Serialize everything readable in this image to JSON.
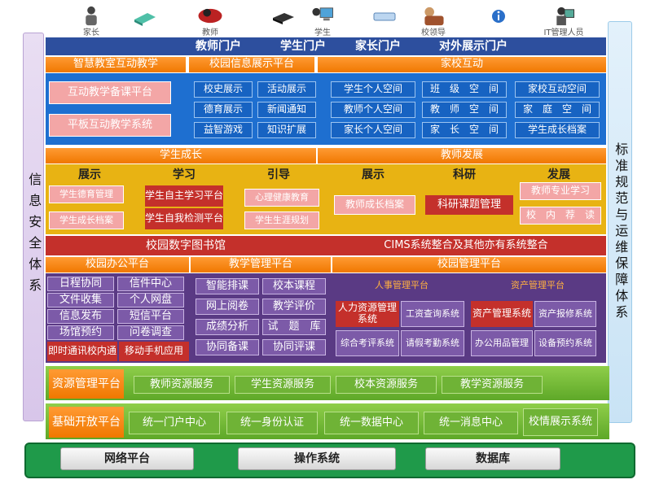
{
  "roles": [
    {
      "label": "家长",
      "icon": "parent-icon"
    },
    {
      "label": "",
      "icon": "book-icon"
    },
    {
      "label": "教师",
      "icon": "teacher-icon"
    },
    {
      "label": "",
      "icon": "disk-icon"
    },
    {
      "label": "学生",
      "icon": "student-icon"
    },
    {
      "label": "",
      "icon": "keyboard-icon"
    },
    {
      "label": "校领导",
      "icon": "leader-icon"
    },
    {
      "label": "",
      "icon": "info-icon"
    },
    {
      "label": "IT管理人员",
      "icon": "it-admin-icon"
    }
  ],
  "portals": [
    "教师门户",
    "学生门户",
    "家长门户",
    "对外展示门户"
  ],
  "side": {
    "left": "信息安全体系",
    "right": "标准规范与运维保障体系"
  },
  "row1": {
    "smart": {
      "title": "智慧教室互动教学",
      "items": [
        "互动教学备课平台",
        "平板互动教学系统"
      ]
    },
    "campus": {
      "title": "校园信息展示平台",
      "items": [
        "校史展示",
        "活动展示",
        "德育展示",
        "新闻通知",
        "益智游戏",
        "知识扩展"
      ]
    },
    "home": {
      "title": "家校互动",
      "col1": [
        "学生个人空间",
        "教师个人空间",
        "家长个人空间"
      ],
      "col2": [
        "班　级　空　间",
        "教　师　空　间",
        "家　长　空　间"
      ],
      "col3": [
        "家校互动空间",
        "家　庭　空　间",
        "学生成长档案"
      ]
    }
  },
  "growth": {
    "title": "学生成长",
    "cols": [
      {
        "title": "展示",
        "items": [
          "学生德育管理",
          "学生成长档案"
        ]
      },
      {
        "title": "学习",
        "items": [
          "学生自主学习平台",
          "学生自我检测平台"
        ]
      },
      {
        "title": "引导",
        "items": [
          "心理健康教育",
          "学生生涯规划"
        ]
      }
    ]
  },
  "teacher": {
    "title": "教师发展",
    "cols": [
      {
        "title": "展示",
        "items": [
          "教师成长档案"
        ]
      },
      {
        "title": "科研",
        "items": [
          "科研课题管理"
        ]
      },
      {
        "title": "发展",
        "items": [
          "教师专业学习",
          "校　内　荐　读"
        ]
      }
    ]
  },
  "library": {
    "left": "校园数字图书馆",
    "right": "CIMS系统整合及其他亦有系统整合"
  },
  "office": {
    "title": "校园办公平台",
    "items": [
      "日程协同",
      "信件中心",
      "文件收集",
      "个人网盘",
      "信息发布",
      "短信平台",
      "场馆预约",
      "问卷调查",
      "即时通讯校内通",
      "移动手机应用"
    ]
  },
  "teaching": {
    "title": "教学管理平台",
    "items": [
      "智能排课",
      "校本课程",
      "网上阅卷",
      "教学评价",
      "成绩分析",
      "试　题　库",
      "协同备课",
      "协同评课"
    ]
  },
  "manage": {
    "title": "校园管理平台",
    "hr": {
      "title": "人事管理平台",
      "items": [
        "人力资源管理系统",
        "工资查询系统",
        "综合考评系统",
        "请假考勤系统"
      ]
    },
    "asset": {
      "title": "资产管理平台",
      "items": [
        "资产管理系统",
        "资产报修系统",
        "办公用品管理",
        "设备预约系统"
      ]
    }
  },
  "resource": {
    "title": "资源管理平台",
    "items": [
      "教师资源服务",
      "学生资源服务",
      "校本资源服务",
      "教学资源服务"
    ]
  },
  "base": {
    "title": "基础开放平台",
    "items": [
      "统一门户中心",
      "统一身份认证",
      "统一数据中心",
      "统一消息中心",
      "校情展示系统"
    ]
  },
  "infra": [
    "网络平台",
    "操作系统",
    "数据库"
  ],
  "colors": {
    "orange": "#f07800",
    "blue": "#1e6fd0",
    "yellow": "#e8b313",
    "red": "#c4302b",
    "purple": "#5a3a84",
    "green": "#6fb336",
    "navy": "#2d4f9e"
  }
}
